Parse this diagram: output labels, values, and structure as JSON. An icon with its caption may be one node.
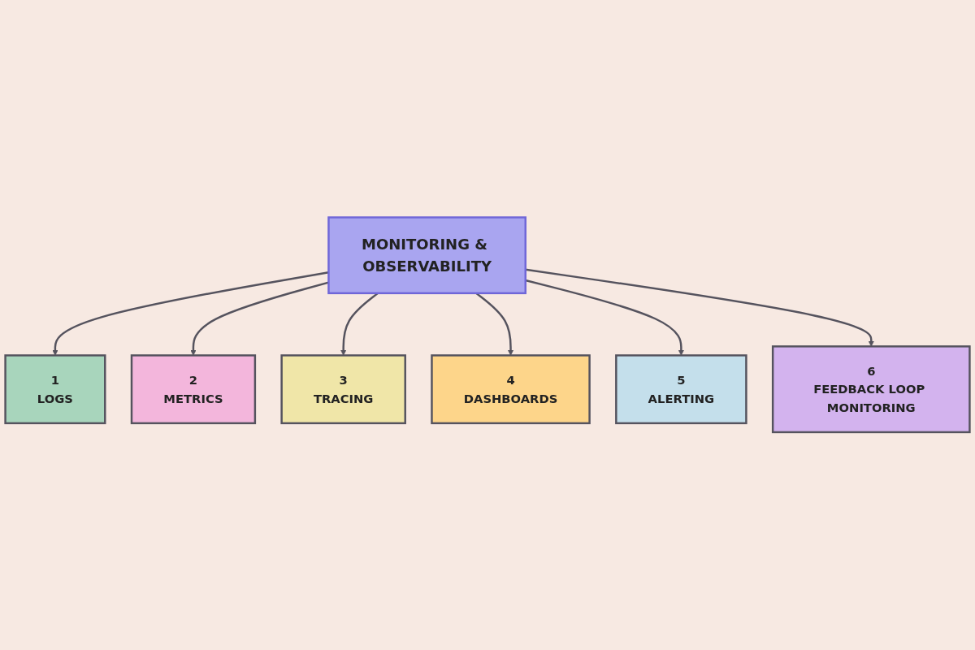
{
  "diagram": {
    "nodes": [
      {
        "text": [
          "1",
          "LOGS"
        ]
      },
      {
        "text": [
          "2",
          "METRICS"
        ]
      },
      {
        "text": [
          "3",
          "TRACING"
        ]
      },
      {
        "text": [
          "MONITORING & OBSERVABILITY"
        ]
      },
      {
        "text": [
          "4",
          "DASHBOARDS"
        ]
      },
      {
        "text": [
          "5",
          "ALERTING"
        ]
      },
      {
        "text": [
          "6",
          "FEEDBACK LOOP MONITORING"
        ]
      }
    ],
    "edges": [
      {
        "from": 3,
        "to": 0,
        "arrow": "to"
      },
      {
        "from": 3,
        "to": 1,
        "arrow": "to"
      },
      {
        "from": 3,
        "to": 2,
        "arrow": "to"
      },
      {
        "from": 3,
        "to": 4,
        "arrow": "to"
      },
      {
        "from": 3,
        "to": 5,
        "arrow": "to"
      },
      {
        "from": 3,
        "to": 6,
        "arrow": "to"
      }
    ]
  }
}
